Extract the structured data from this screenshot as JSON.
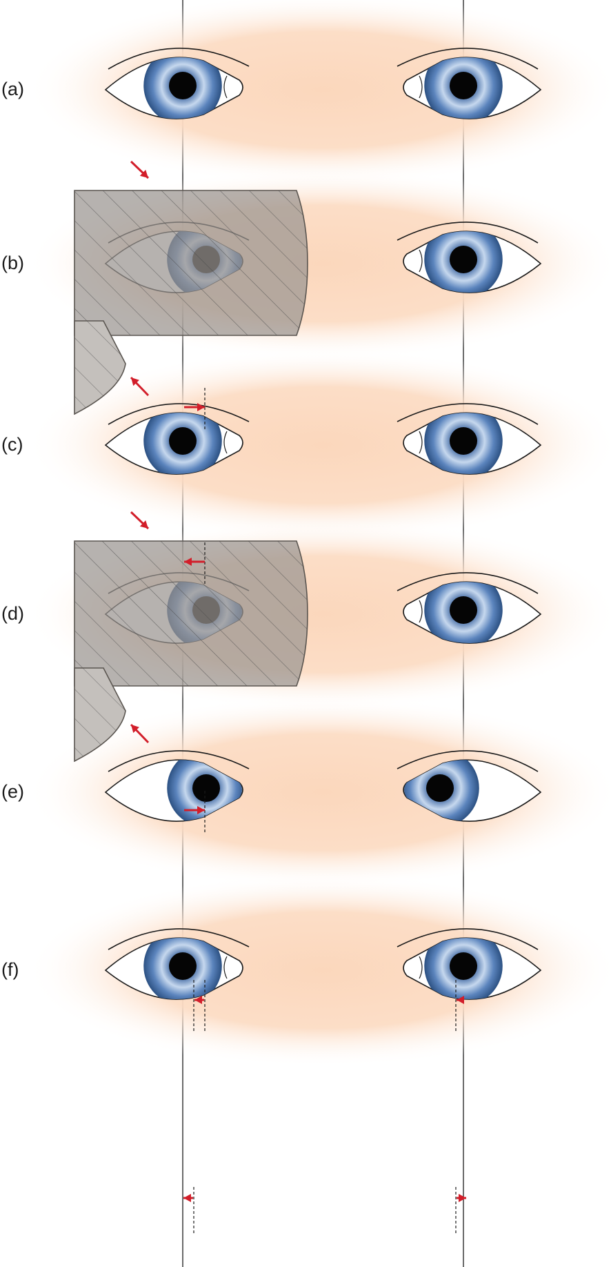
{
  "panels": [
    {
      "label": "(a)",
      "right_eye": "centered",
      "left_eye": "centered",
      "cover": "none",
      "right_eye_shift": 0,
      "left_eye_shift": 0
    },
    {
      "label": "(b)",
      "right_eye": "deviated",
      "left_eye": "centered",
      "cover": "covered",
      "right_eye_shift": 1,
      "left_eye_shift": 0
    },
    {
      "label": "(c)",
      "right_eye": "centered",
      "left_eye": "centered",
      "cover": "removed",
      "right_eye_shift": 0,
      "left_eye_shift": 0
    },
    {
      "label": "(d)",
      "right_eye": "deviated",
      "left_eye": "centered",
      "cover": "covered",
      "right_eye_shift": 1,
      "left_eye_shift": 0
    },
    {
      "label": "(e)",
      "right_eye": "deviated",
      "left_eye": "deviated",
      "cover": "removed",
      "right_eye_shift": 1,
      "left_eye_shift": -1
    },
    {
      "label": "(f)",
      "right_eye": "centered",
      "left_eye": "centered",
      "cover": "none",
      "right_eye_shift": 0,
      "left_eye_shift": 0
    }
  ],
  "colors": {
    "background": "#ffffff",
    "skin_glow": "#fbd7bc",
    "iris_outer": "#2f5486",
    "iris_mid": "#5b84bd",
    "iris_light": "#c6d8ee",
    "pupil": "#050505",
    "sclera": "#ffffff",
    "outline": "#1a1a1a",
    "occluder": "#9a9490",
    "occluder_hatch": "#4a4a4a",
    "arrow": "#d21e2a"
  },
  "icons": {
    "eye": "eye-icon",
    "occluder": "occluder-card-icon",
    "arrow": "arrow-icon"
  }
}
